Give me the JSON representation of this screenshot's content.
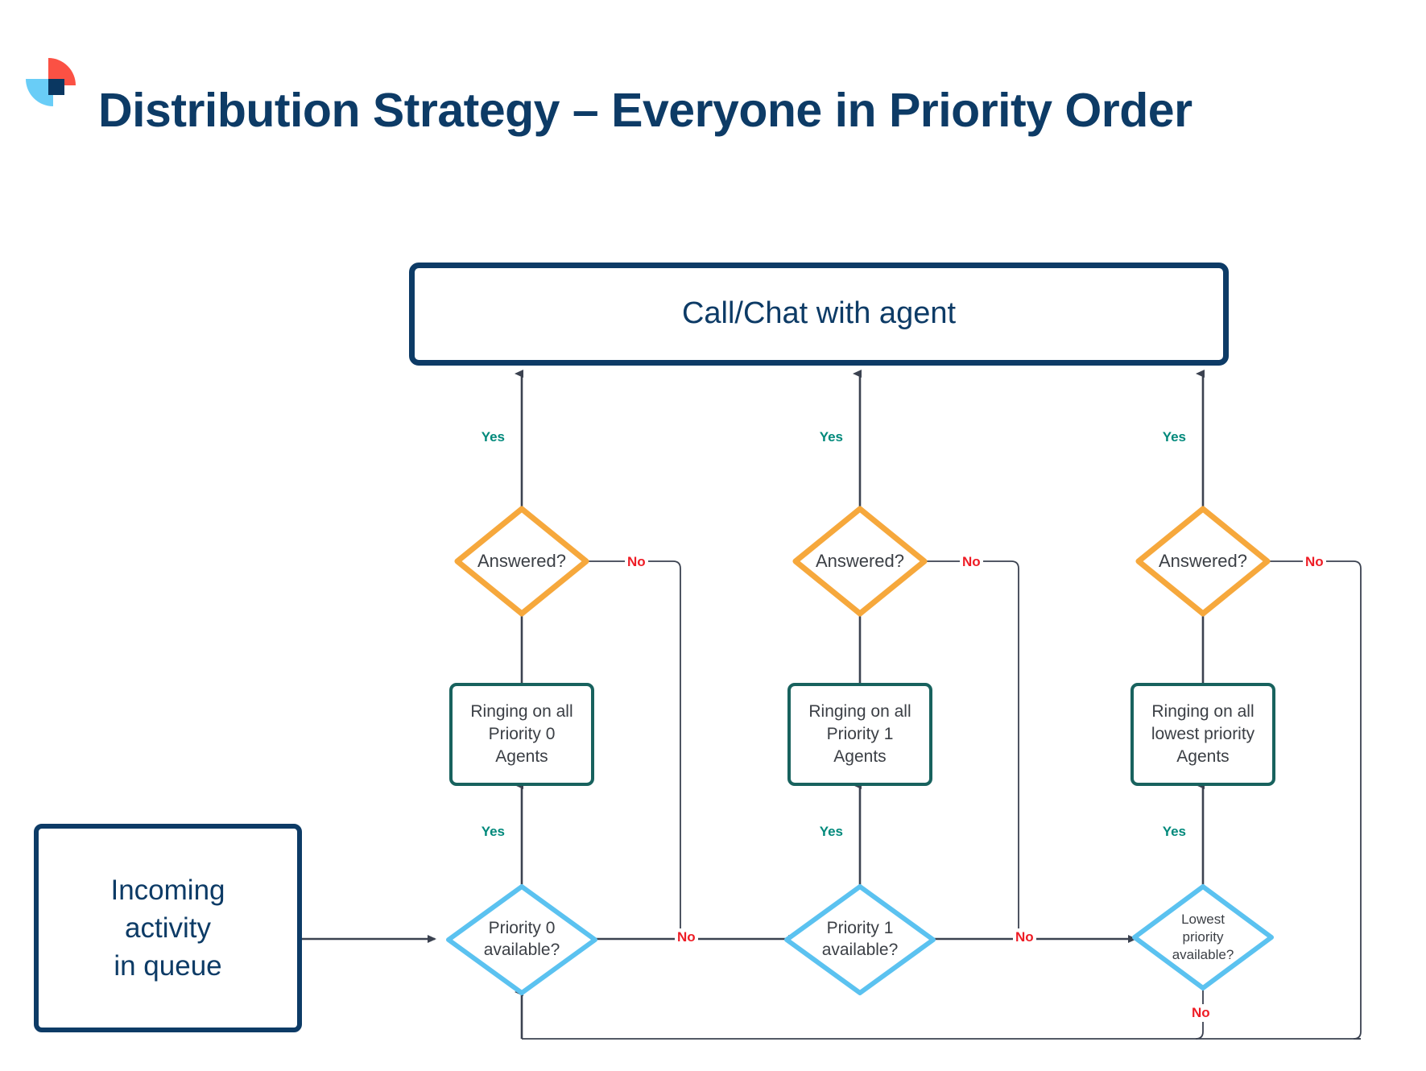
{
  "page": {
    "title": "Distribution Strategy – Everyone in Priority Order",
    "logo_name": "logo-mark"
  },
  "colors": {
    "navy": "#0D3B66",
    "teal_border": "#18625E",
    "orange_border": "#F6A83C",
    "lightblue_border": "#5BC2F0",
    "yes_green": "#00897B",
    "no_red": "#EE1C25",
    "edge_gray": "#3B4250",
    "logo_red": "#FB5144",
    "logo_blue": "#69CDF7",
    "logo_navy": "#0A3761"
  },
  "nodes": {
    "call_chat": "Call/Chat with agent",
    "incoming": "Incoming\nactivity\nin queue",
    "columns": [
      {
        "ringing": "Ringing on all\nPriority 0\nAgents",
        "answered": "Answered?",
        "available": "Priority 0\navailable?"
      },
      {
        "ringing": "Ringing on all\nPriority 1\nAgents",
        "answered": "Answered?",
        "available": "Priority 1\navailable?"
      },
      {
        "ringing": "Ringing on all\nlowest priority\nAgents",
        "answered": "Answered?",
        "available": "Lowest\npriority\navailable?"
      }
    ]
  },
  "edge_labels": {
    "yes": "Yes",
    "no": "No",
    "answered_yes": [
      "Yes",
      "Yes",
      "Yes"
    ],
    "answered_no": [
      "No",
      "No",
      "No"
    ],
    "available_yes": [
      "Yes",
      "Yes",
      "Yes"
    ],
    "available_no": [
      "No",
      "No",
      "No"
    ]
  }
}
